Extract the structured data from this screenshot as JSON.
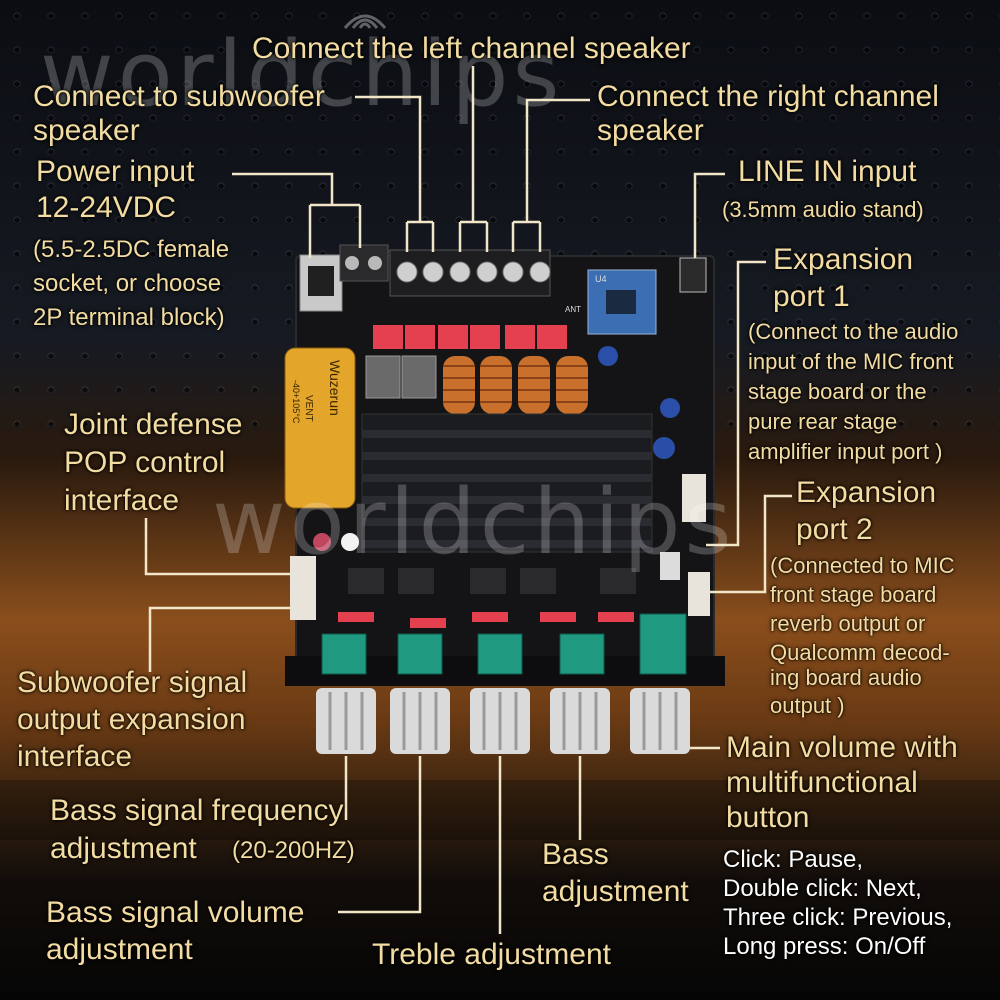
{
  "watermark": "worldchips",
  "labels": {
    "left_channel": "Connect the left channel speaker",
    "subwoofer_1": "Connect to subwoofer",
    "subwoofer_2": "speaker",
    "right_channel_1": "Connect the right channel",
    "right_channel_2": "speaker",
    "power_1": "Power input",
    "power_2": "12-24VDC",
    "power_3": "(5.5-2.5DC female",
    "power_4": "socket, or choose",
    "power_5": "2P terminal block)",
    "line_in_1": "LINE IN input",
    "line_in_2": "(3.5mm audio stand)",
    "exp1_1": "Expansion",
    "exp1_2": "port 1",
    "exp1_3": "(Connect to the audio",
    "exp1_4": "input of the MIC front",
    "exp1_5": "stage board or the",
    "exp1_6": "pure rear stage",
    "exp1_7": "amplifier input port )",
    "joint_1": "Joint defense",
    "joint_2": "POP control",
    "joint_3": "interface",
    "exp2_1": "Expansion",
    "exp2_2": "port 2",
    "exp2_3": "(Connected to MIC",
    "exp2_4": "front stage board",
    "exp2_5": "reverb output or",
    "exp2_6": "Qualcomm decod-",
    "exp2_7": "ing board audio",
    "exp2_8": "output )",
    "sub_out_1": "Subwoofer signal",
    "sub_out_2": "output expansion",
    "sub_out_3": "interface",
    "main_vol_1": "Main volume with",
    "main_vol_2": "multifunctional",
    "main_vol_3": "button",
    "bass_freq_1": "Bass signal frequency",
    "bass_freq_2": "adjustment",
    "bass_freq_3": "(20-200HZ)",
    "bass_adj_1": "Bass",
    "bass_adj_2": "adjustment",
    "click_1": "Click: Pause,",
    "click_2": "Double click: Next,",
    "click_3": "Three click: Previous,",
    "click_4": "Long press: On/Off",
    "bass_vol_1": "Bass signal volume",
    "bass_vol_2": "adjustment",
    "treble": "Treble adjustment"
  },
  "board": {
    "capacitor_text_1": "Wuzerun",
    "capacitor_text_2": "VENT",
    "capacitor_text_3": "-40+105°C",
    "chip_text": "U4",
    "ant_text": "ANT"
  },
  "colors": {
    "label_text": "#f3dca2",
    "leader_line": "#f1e6c8",
    "pcb": "#141416",
    "heatsink": "#1b1c20",
    "terminal_green": "#1f9a80",
    "red_block": "#e5404f",
    "copper": "#c8702c",
    "capacitor": "#e3a52a"
  }
}
